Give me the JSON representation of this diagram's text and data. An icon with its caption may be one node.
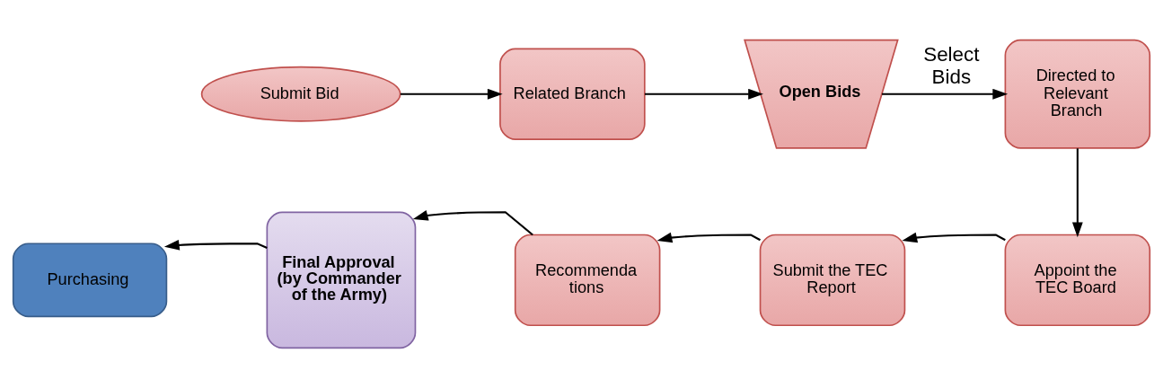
{
  "diagram": {
    "nodes": [
      {
        "text": [
          "Submit Bid"
        ]
      },
      {
        "text": [
          "Related Branch"
        ]
      },
      {
        "text": [
          "Open Bids"
        ]
      },
      {
        "text": [
          "Directed to Relevant Branch"
        ]
      },
      {
        "text": [
          "Appoint the TEC Board"
        ]
      },
      {
        "text": [
          "Submit the TEC Report"
        ]
      },
      {
        "text": [
          "Recommenda tions"
        ]
      },
      {
        "text": [
          "Final Approval (by Commander of the Army)"
        ]
      },
      {
        "text": [
          "Purchasing"
        ]
      }
    ],
    "edges": [
      {
        "from": 0,
        "to": 1,
        "arrow": "to"
      },
      {
        "from": 1,
        "to": 2,
        "arrow": "to"
      },
      {
        "from": 2,
        "to": 3,
        "arrow": "to",
        "label": "Select Bids"
      },
      {
        "from": 3,
        "to": 4,
        "arrow": "to"
      },
      {
        "from": 4,
        "to": 5,
        "arrow": "to"
      },
      {
        "from": 5,
        "to": 6,
        "arrow": "to"
      },
      {
        "from": 6,
        "to": 7,
        "arrow": "to"
      },
      {
        "from": 7,
        "to": 8,
        "arrow": "to"
      }
    ]
  }
}
